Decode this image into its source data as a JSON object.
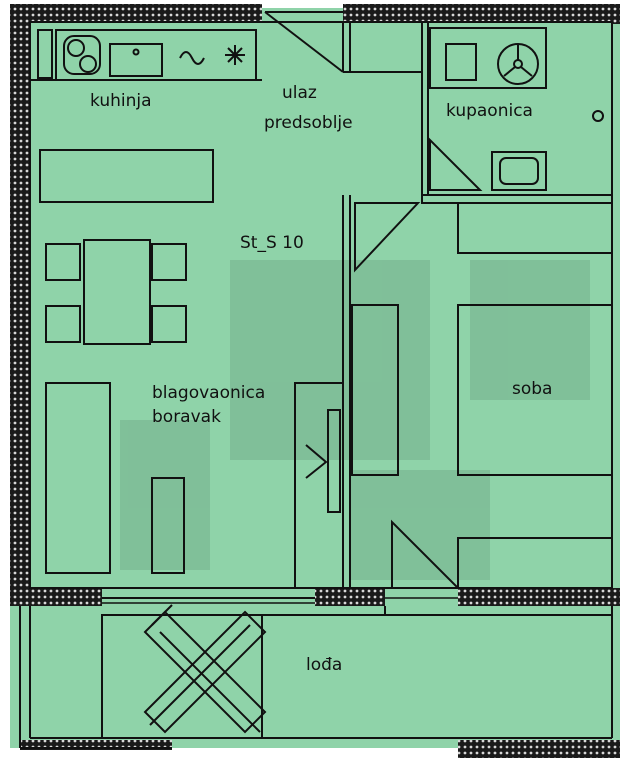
{
  "plan": {
    "colors": {
      "fill": "#8fd3a9",
      "wall_dark": "#1a1a1a",
      "wall_light": "#d8d8d8",
      "line": "#111111"
    },
    "labels": {
      "kitchen": "kuhinja",
      "entrance": "ulaz",
      "hall": "predsoblje",
      "bathroom": "kupaonica",
      "unit_code": "St_S 10",
      "dining": "blagovaonica",
      "living": "boravak",
      "bedroom": "soba",
      "loggia": "lođa"
    }
  }
}
